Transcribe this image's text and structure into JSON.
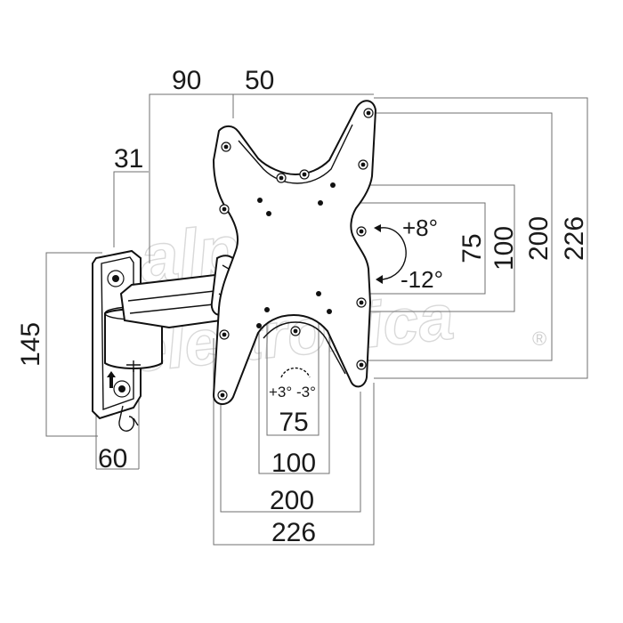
{
  "dimensions": {
    "arm_depth_a": "90",
    "arm_depth_b": "50",
    "wall_offset": "31",
    "wall_plate_height": "145",
    "wall_plate_width": "60",
    "vesa_v_small": "75",
    "vesa_v_medium": "100",
    "vesa_v_large": "200",
    "plate_height": "226",
    "vesa_h_small": "75",
    "vesa_h_medium": "100",
    "vesa_h_large": "200",
    "plate_width": "226"
  },
  "tilt": {
    "up": "+8°",
    "down": "-12°"
  },
  "swivel": {
    "left": "+3°",
    "right": "-3°"
  },
  "watermark": {
    "line1": "alpha",
    "line2": "elettronica",
    "mark": "®"
  }
}
